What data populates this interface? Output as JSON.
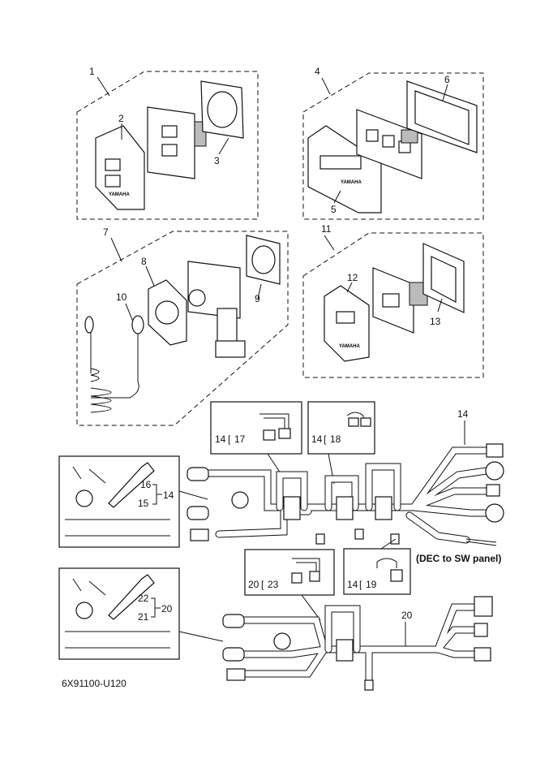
{
  "callouts": {
    "c1": "1",
    "c2": "2",
    "c3": "3",
    "c4": "4",
    "c5": "5",
    "c6": "6",
    "c7": "7",
    "c8": "8",
    "c9": "9",
    "c10": "10",
    "c11": "11",
    "c12": "12",
    "c13": "13",
    "c14_main": "14",
    "c14_17": "14",
    "c17": "17",
    "c14_18": "14",
    "c18": "18",
    "c16": "16",
    "c15": "15",
    "c14_left": "14",
    "c20_main": "20",
    "c20_23": "20",
    "c23": "23",
    "c14_19": "14",
    "c19": "19",
    "c22": "22",
    "c21": "21",
    "c20_left": "20"
  },
  "note": "(DEC to SW panel)",
  "diagram_code": "6X91100-U120",
  "brand_mark": "YAMAHA"
}
